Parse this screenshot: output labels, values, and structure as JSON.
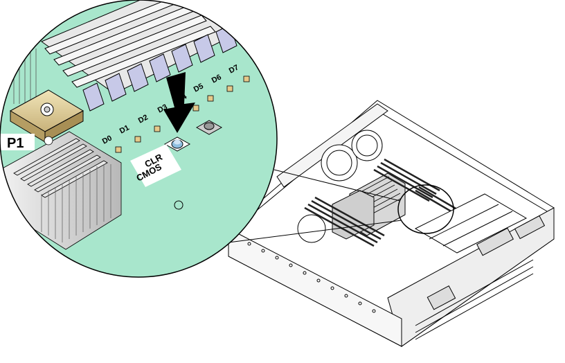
{
  "callout": {
    "dimm_labels": [
      "D0",
      "D1",
      "D2",
      "D3",
      "D4",
      "D5",
      "D6",
      "D7"
    ],
    "processor_label": "P1",
    "jumper_label_line1": "CLR",
    "jumper_label_line2": "CMOS"
  },
  "colors": {
    "board": "#a8e6cc",
    "board_edge": "#000000",
    "jumper_cap": "#8fbfe0",
    "arrow": "#000000"
  }
}
